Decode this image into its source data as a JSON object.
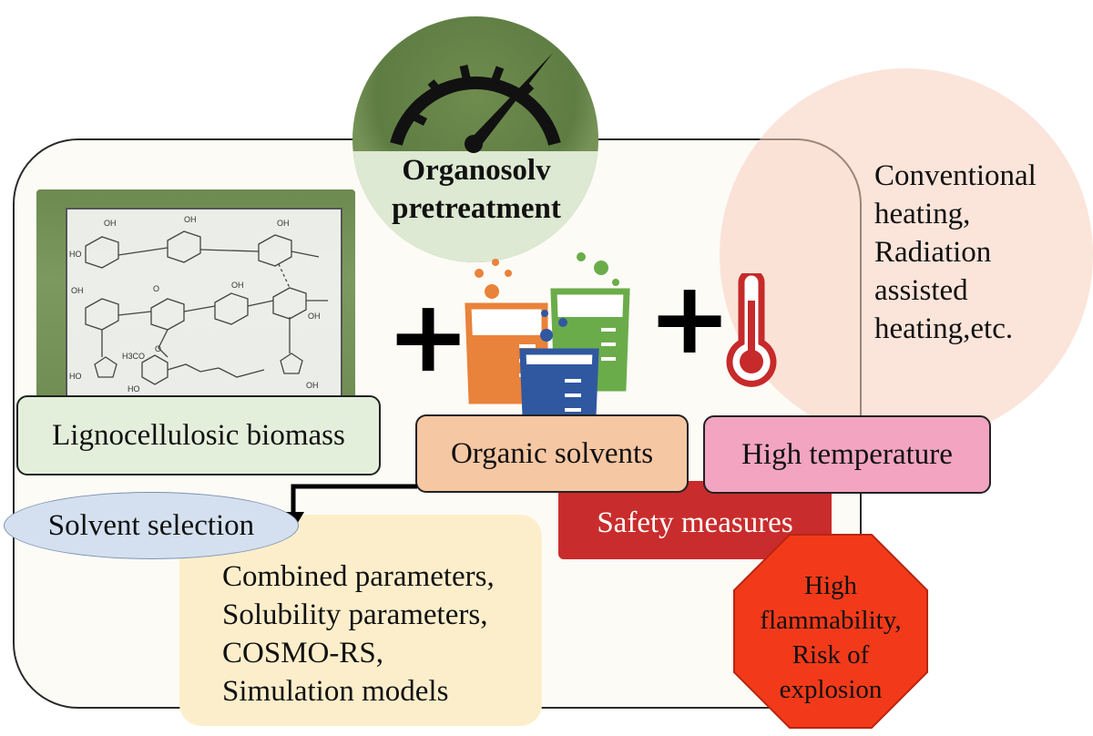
{
  "title": "Organosolv pretreatment",
  "title_lines": [
    "Organosolv",
    "pretreatment"
  ],
  "heating": {
    "lines": [
      "Conventional",
      "heating,",
      "Radiation",
      "assisted",
      "heating,etc."
    ],
    "circle_color": "#f7cdbc"
  },
  "components": {
    "biomass_label": "Lignocellulosic biomass",
    "solvents_label": "Organic solvents",
    "temperature_label": "High temperature",
    "safety_label": "Safety measures",
    "plus_symbol": "+"
  },
  "structure_labels": {
    "oh": "OH",
    "ho": "HO",
    "o": "O",
    "methoxy": "H3CO"
  },
  "solvent_selection": {
    "label": "Solvent selection",
    "criteria": [
      "Combined parameters,",
      "Solubility parameters,",
      "COSMO-RS,",
      "Simulation models"
    ]
  },
  "risk": {
    "lines": [
      "High",
      "flammability,",
      "Risk of",
      "explosion"
    ],
    "color": "#f23a1a"
  },
  "icons": [
    "speedometer-icon",
    "beaker-orange-icon",
    "beaker-green-icon",
    "beaker-blue-icon",
    "thermometer-icon"
  ],
  "colors": {
    "biomass": "#e3efdb",
    "solvents": "#f6c7a3",
    "temperature": "#f2a4c1",
    "safety": "#c51c1c",
    "selection": "#d4e0ef",
    "criteria": "#fdeecb",
    "beaker_orange": "#e9823a",
    "beaker_green": "#6bac4a",
    "beaker_blue": "#2f58a0",
    "thermometer": "#c62a2a"
  }
}
